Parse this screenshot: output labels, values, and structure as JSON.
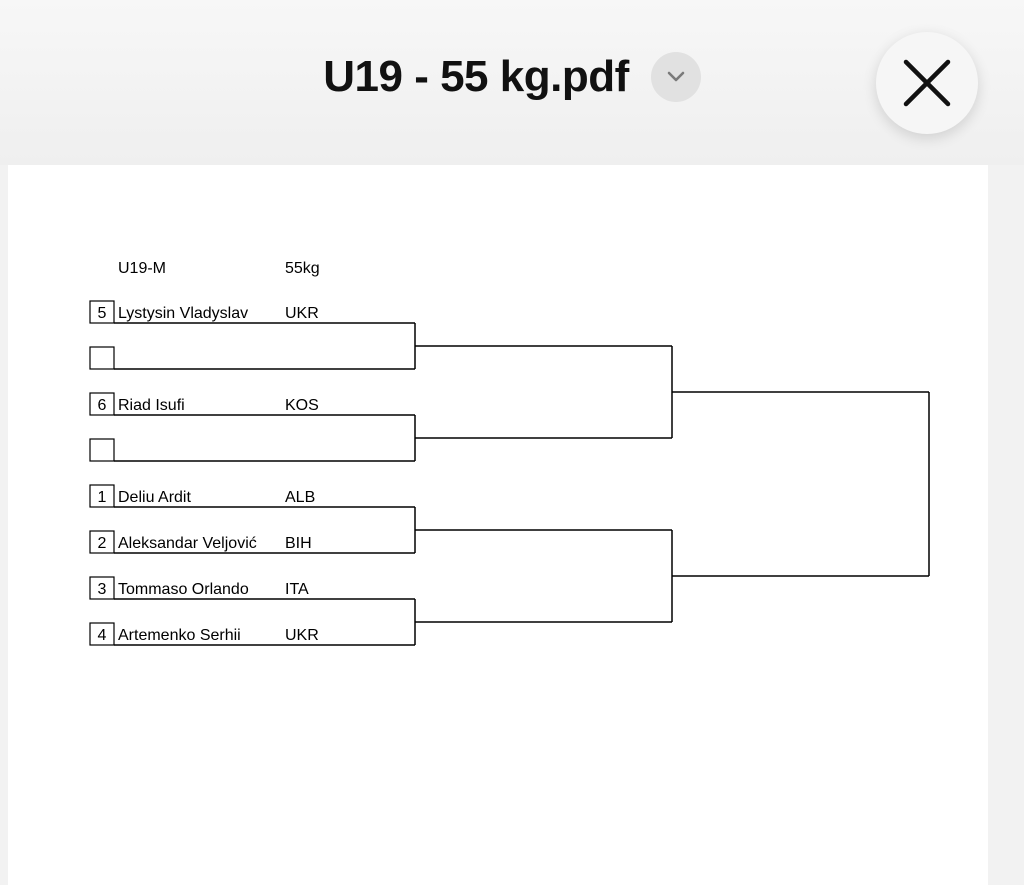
{
  "header": {
    "title": "U19 - 55 kg.pdf",
    "chevron_icon": "chevron-down-icon",
    "close_icon": "close-icon"
  },
  "bracket": {
    "category": "U19-M",
    "weight": "55kg",
    "entries": [
      {
        "seed": "5",
        "name": "Lystysin Vladyslav",
        "country": "UKR"
      },
      {
        "seed": "",
        "name": "",
        "country": ""
      },
      {
        "seed": "6",
        "name": "Riad Isufi",
        "country": "KOS"
      },
      {
        "seed": "",
        "name": "",
        "country": ""
      },
      {
        "seed": "1",
        "name": "Deliu Ardit",
        "country": "ALB"
      },
      {
        "seed": "2",
        "name": "Aleksandar Veljović",
        "country": "BIH"
      },
      {
        "seed": "3",
        "name": "Tommaso Orlando",
        "country": "ITA"
      },
      {
        "seed": "4",
        "name": "Artemenko Serhii",
        "country": "UKR"
      }
    ]
  }
}
